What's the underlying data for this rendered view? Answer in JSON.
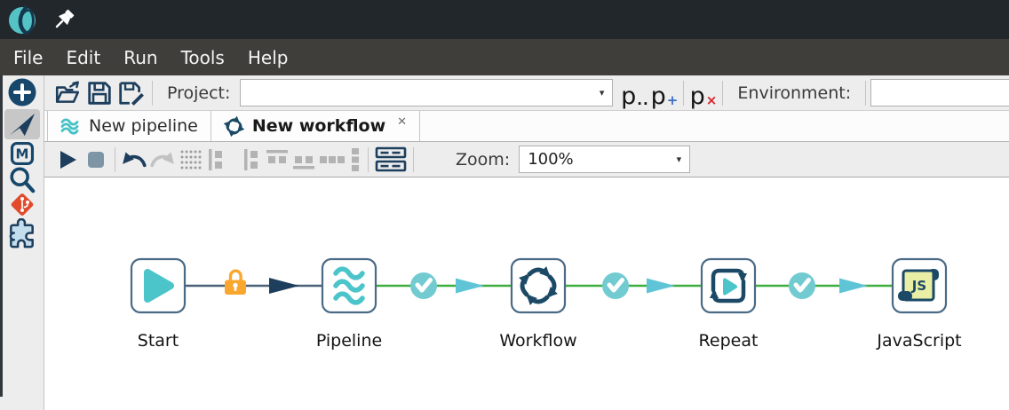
{
  "menubar": {
    "items": [
      "File",
      "Edit",
      "Run",
      "Tools",
      "Help"
    ]
  },
  "toolbar": {
    "project_label": "Project:",
    "project_value": "",
    "environment_label": "Environment:",
    "environment_value": "",
    "p_letter": "p",
    "p_edit_sub": "..",
    "p_add_sub": "+",
    "p_delete_sub": "×"
  },
  "tabs": {
    "pipeline": {
      "label": "New pipeline"
    },
    "workflow": {
      "label": "New workflow",
      "close_glyph": "✕",
      "active": true
    }
  },
  "canvas_toolbar": {
    "zoom_label": "Zoom:",
    "zoom_value": "100%"
  },
  "canvas": {
    "nodes": [
      {
        "label": "Start",
        "type": "start"
      },
      {
        "label": "Pipeline",
        "type": "pipeline"
      },
      {
        "label": "Workflow",
        "type": "workflow"
      },
      {
        "label": "Repeat",
        "type": "repeat"
      },
      {
        "label": "JavaScript",
        "type": "javascript"
      }
    ],
    "hops": [
      {
        "from": "Start",
        "to": "Pipeline",
        "state": "locked"
      },
      {
        "from": "Pipeline",
        "to": "Workflow",
        "state": "success"
      },
      {
        "from": "Workflow",
        "to": "Repeat",
        "state": "success"
      },
      {
        "from": "Repeat",
        "to": "JavaScript",
        "state": "success"
      }
    ],
    "js_icon_label": "JS"
  },
  "sidebar": {
    "metadata_letter": "M"
  },
  "icons": {
    "dropdown_arrow": "▾"
  },
  "colors": {
    "accent_teal": "#4bc4ca",
    "navy": "#1d3e5c",
    "hop_green": "#3fad3f",
    "hop_slate": "#4a6278",
    "lock_orange": "#f9a72e",
    "check_teal": "#72cbd1",
    "arrow_teal": "#5fc5d6",
    "git_orange": "#e14b2b",
    "titlebar_bg": "#22272c",
    "menubar_bg": "#403e3a",
    "toolbar_bg": "#ededed"
  }
}
